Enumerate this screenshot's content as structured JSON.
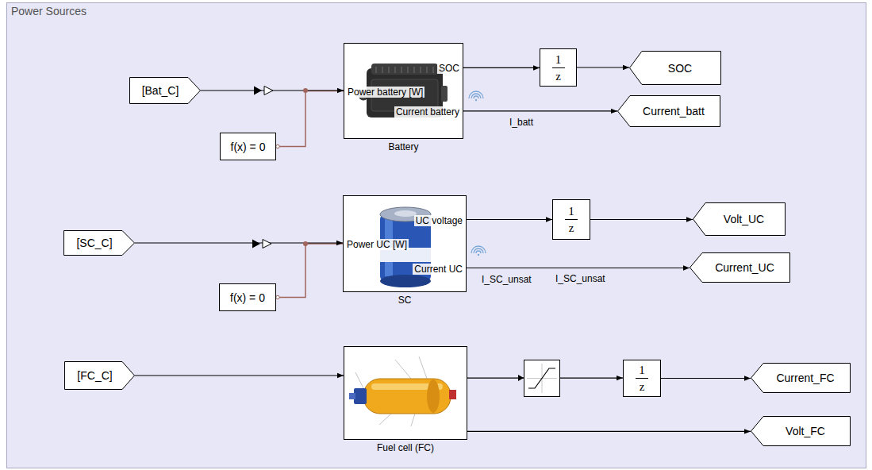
{
  "diagram": {
    "title": "Power Sources",
    "nodes": [
      {
        "text": [
          "[Bat_C]"
        ]
      },
      {
        "text": [
          "f(x) = 0"
        ]
      },
      {
        "text": [
          "Power battery [W]",
          "SOC",
          "Current battery",
          "Battery"
        ]
      },
      {
        "text": [
          "1",
          "z"
        ]
      },
      {
        "text": [
          "SOC"
        ]
      },
      {
        "text": [
          "Current_batt"
        ]
      },
      {
        "text": [
          "[SC_C]"
        ]
      },
      {
        "text": [
          "f(x) = 0"
        ]
      },
      {
        "text": [
          "Power UC [W]",
          "UC voltage",
          "Current UC",
          "SC"
        ]
      },
      {
        "text": [
          "1",
          "z"
        ]
      },
      {
        "text": [
          "Volt_UC"
        ]
      },
      {
        "text": [
          "Current_UC"
        ]
      },
      {
        "text": [
          "[FC_C]"
        ]
      },
      {
        "text": [
          "Fuel cell (FC)"
        ]
      },
      {
        "text": [
          "1",
          "z"
        ]
      },
      {
        "text": [
          "Current_FC"
        ]
      },
      {
        "text": [
          "Volt_FC"
        ]
      }
    ],
    "edges": [
      {
        "from": 0,
        "to": 2,
        "arrow": "to"
      },
      {
        "from": 1,
        "to": 2,
        "arrow": "none"
      },
      {
        "from": 2,
        "to": 3,
        "arrow": "to"
      },
      {
        "from": 3,
        "to": 4,
        "arrow": "to"
      },
      {
        "from": 2,
        "to": 5,
        "arrow": "to",
        "label": "I_batt"
      },
      {
        "from": 6,
        "to": 8,
        "arrow": "to"
      },
      {
        "from": 7,
        "to": 8,
        "arrow": "none"
      },
      {
        "from": 8,
        "to": 9,
        "arrow": "to"
      },
      {
        "from": 9,
        "to": 10,
        "arrow": "to"
      },
      {
        "from": 8,
        "to": 11,
        "arrow": "to",
        "label": "I_SC_unsat"
      },
      {
        "from": 12,
        "to": 13,
        "arrow": "to"
      },
      {
        "from": 13,
        "to": 14,
        "arrow": "to"
      },
      {
        "from": 14,
        "to": 15,
        "arrow": "to"
      },
      {
        "from": 13,
        "to": 16,
        "arrow": "to"
      }
    ],
    "labels": [
      "I_SC_unsat"
    ]
  }
}
